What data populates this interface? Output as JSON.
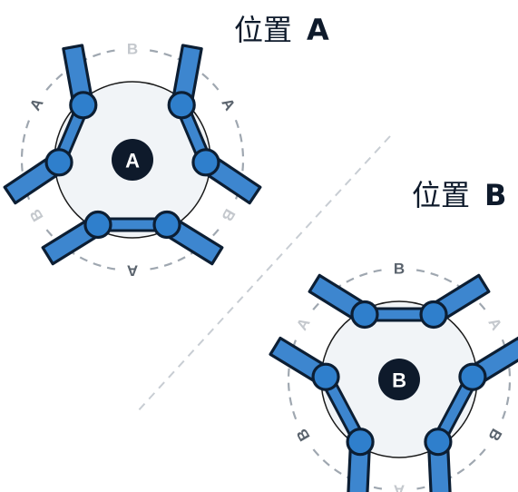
{
  "title_a": {
    "cjk": "位置",
    "letter": "A"
  },
  "title_b": {
    "cjk": "位置",
    "letter": "B"
  },
  "diagram_a": {
    "center_label": "A",
    "ring_labels": [
      {
        "text": "B",
        "active": false
      },
      {
        "text": "A",
        "active": true
      },
      {
        "text": "B",
        "active": false
      },
      {
        "text": "A",
        "active": true
      },
      {
        "text": "B",
        "active": false
      },
      {
        "text": "A",
        "active": true
      }
    ]
  },
  "diagram_b": {
    "center_label": "B",
    "ring_labels": [
      {
        "text": "B",
        "active": true
      },
      {
        "text": "A",
        "active": false
      },
      {
        "text": "B",
        "active": true
      },
      {
        "text": "A",
        "active": false
      },
      {
        "text": "B",
        "active": true
      },
      {
        "text": "A",
        "active": false
      }
    ]
  },
  "colors": {
    "arm_fill": "#3d86cf",
    "arm_stroke": "#0c1e33",
    "joint_fill": "#2f7fcc",
    "hub_fill": "#f1f4f7",
    "hub_stroke": "#1a1a1a",
    "center_fill": "#0e1a2b",
    "ring_dash": "#9fa7b0",
    "label_active": "#5a636d",
    "label_inactive": "#c4c8cd",
    "divider": "#c8cdd3"
  }
}
